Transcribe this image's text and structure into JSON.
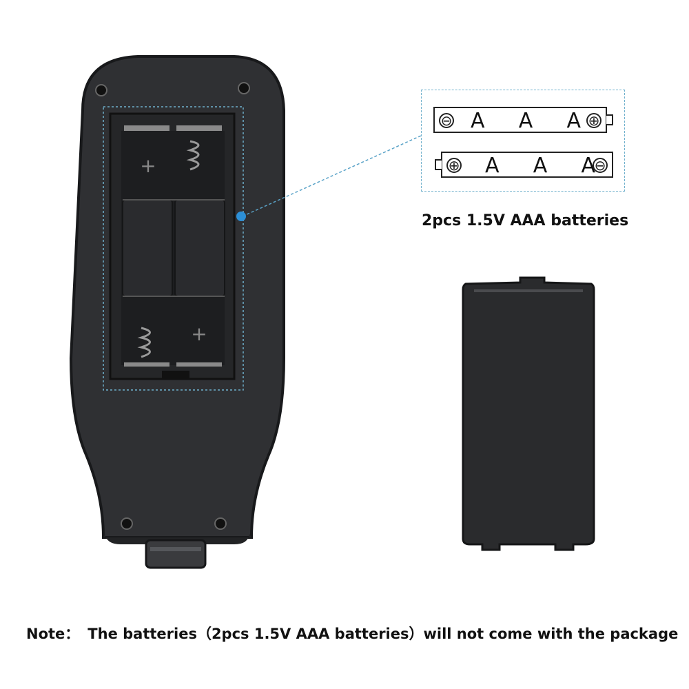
{
  "battery_diagram": {
    "top_battery": {
      "negative_symbol": "⊖",
      "cells": [
        "A",
        "A",
        "A"
      ],
      "positive_symbol": "⊕"
    },
    "bottom_battery": {
      "positive_symbol": "⊕",
      "cells": [
        "A",
        "A",
        "A"
      ],
      "negative_symbol": "⊖"
    }
  },
  "battery_caption": "2pcs 1.5V AAA batteries",
  "note": {
    "label": "Note：",
    "text": "The batteries（2pcs 1.5V AAA batteries）will not come with the package"
  },
  "colors": {
    "device_body": "#2f3033",
    "device_edge": "#18191b",
    "callout_line": "#5aa3c8",
    "callout_dot": "#2c8fd6",
    "cover": "#2a2b2d"
  }
}
